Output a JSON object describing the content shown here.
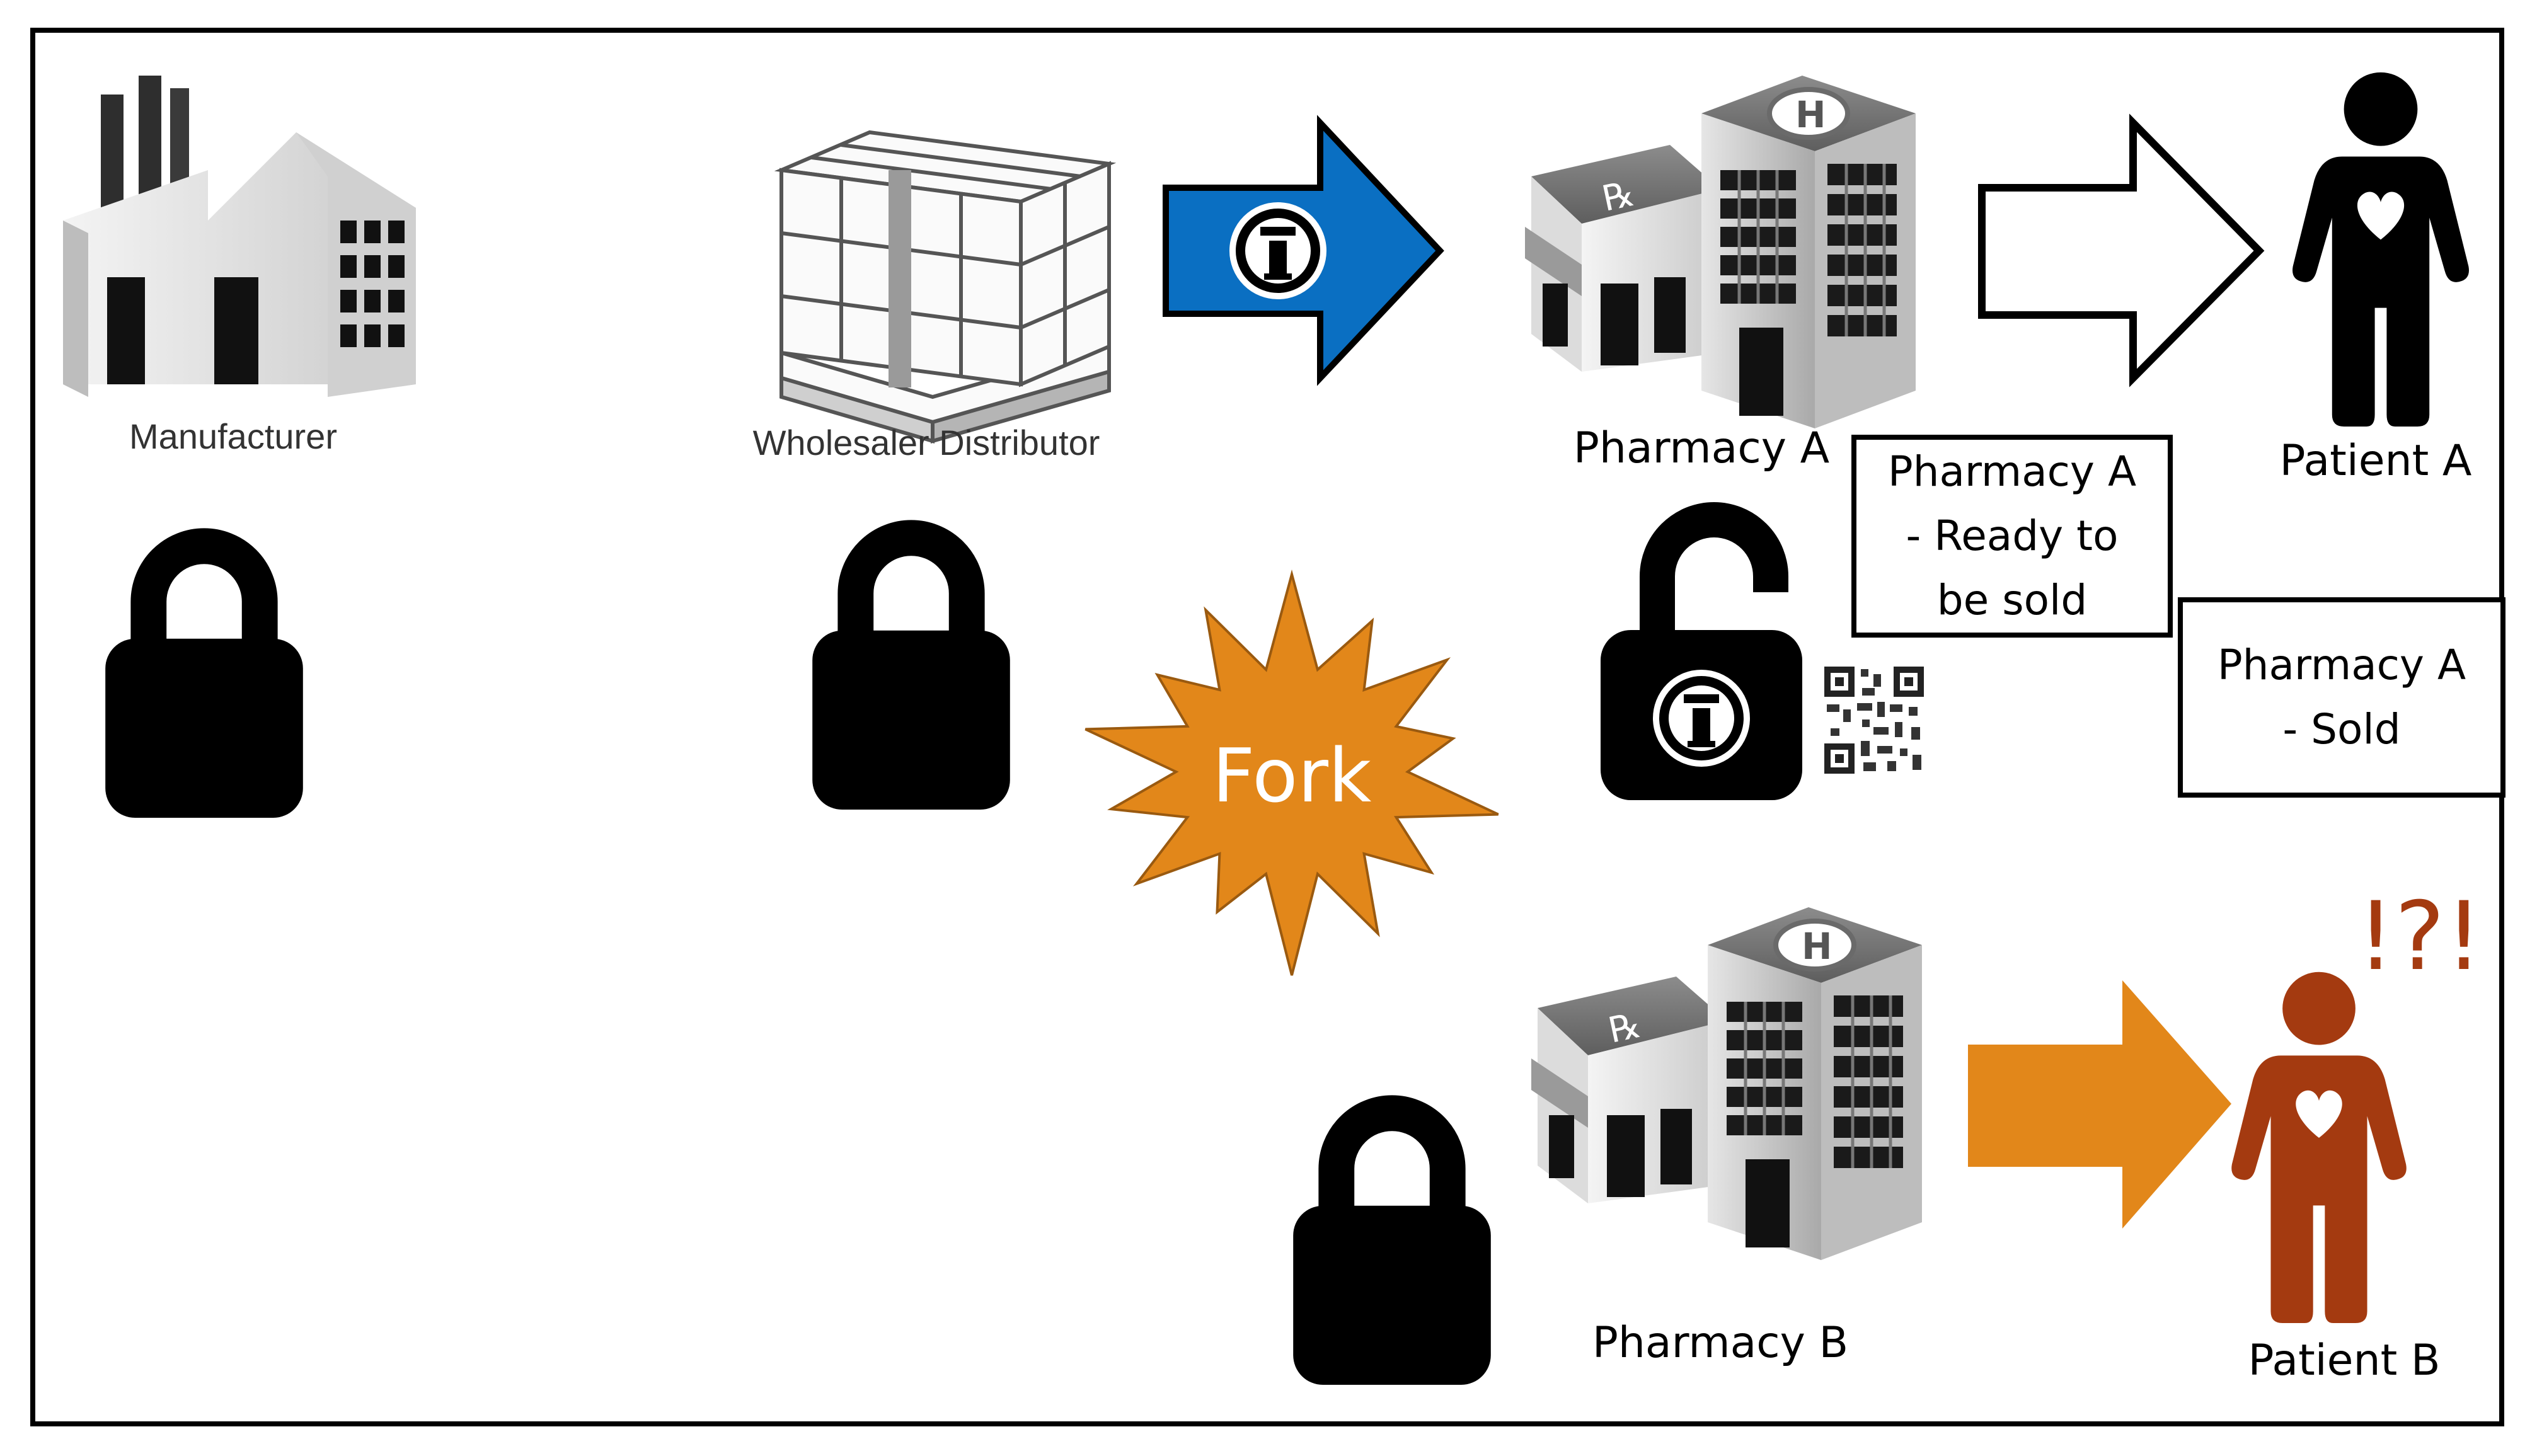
{
  "nodes": {
    "manufacturer": "Manufacturer",
    "wholesaler": "Wholesaler Distributor",
    "pharmacy_a": "Pharmacy A",
    "patient_a": "Patient A",
    "pharmacy_b": "Pharmacy B",
    "patient_b": "Patient B"
  },
  "status": {
    "ready_lines": [
      "Pharmacy A",
      "- Ready to",
      "be sold"
    ],
    "sold_lines": [
      "Pharmacy A",
      "- Sold"
    ]
  },
  "fork_label": "Fork",
  "alert_text": "!?!",
  "icons": [
    "factory-icon",
    "pallet-boxes-icon",
    "pharmacy-building-icon",
    "person-icon",
    "padlock-icon",
    "unlocked-padlock-icon",
    "qr-code-icon",
    "starburst-icon",
    "arrow-icon"
  ],
  "colors": {
    "blue_arrow": "#0a6fc2",
    "orange": "#e2871a",
    "patient_b": "#a43a10",
    "black": "#000000"
  }
}
